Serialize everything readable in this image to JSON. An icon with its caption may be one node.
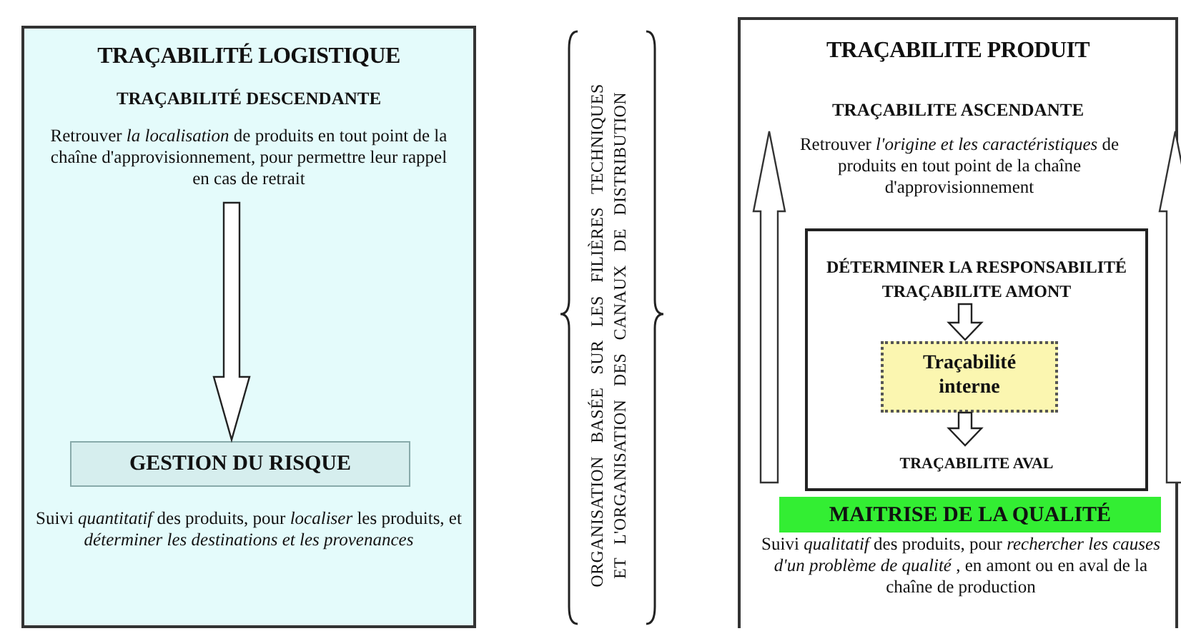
{
  "diagram": {
    "nodes": [
      {
        "text": [
          "TRAÇABILITÉ LOGISTIQUE",
          "TRAÇABILITÉ DESCENDANTE",
          "Retrouver *la localisation* de produits en tout point de la chaîne d'approvisionnement, pour permettre leur rappel en cas de retrait",
          "Suivi *quantitatif* des produits, pour *localiser* les produits, et *déterminer les destinations et les provenances*"
        ]
      },
      {
        "text": [
          "GESTION DU RISQUE"
        ],
        "in": 0
      },
      {
        "text": [
          "TRAÇABILITE PRODUIT",
          "TRAÇABILITE ASCENDANTE",
          "Retrouver *l'origine et les caractéristiques* de produits en tout point de la chaîne d'approvisionnement",
          "Suivi *qualitatif* des produits, pour *rechercher les causes d'un problème de qualité* , en amont ou en aval de la chaîne de production"
        ]
      },
      {
        "text": [
          "DÉTERMINER LA RESPONSABILITÉ",
          "TRAÇABILITE AMONT",
          "TRAÇABILITE AVAL"
        ],
        "in": 2
      },
      {
        "text": [
          "Traçabilité interne"
        ],
        "in": 3
      },
      {
        "text": [
          "MAITRISE DE LA QUALITÉ"
        ],
        "in": 2
      }
    ],
    "edges": [
      {
        "from": null,
        "to": 1,
        "arrow": "to"
      },
      {
        "from": null,
        "to": 4,
        "arrow": "to"
      },
      {
        "from": 4,
        "to": null,
        "arrow": "to"
      }
    ],
    "labels": [
      "ORGANISATION BASÉE SUR LES FILIÈRES TECHNIQUES",
      "ET L'ORGANISATION DES CANAUX DE DISTRIBUTION"
    ]
  }
}
